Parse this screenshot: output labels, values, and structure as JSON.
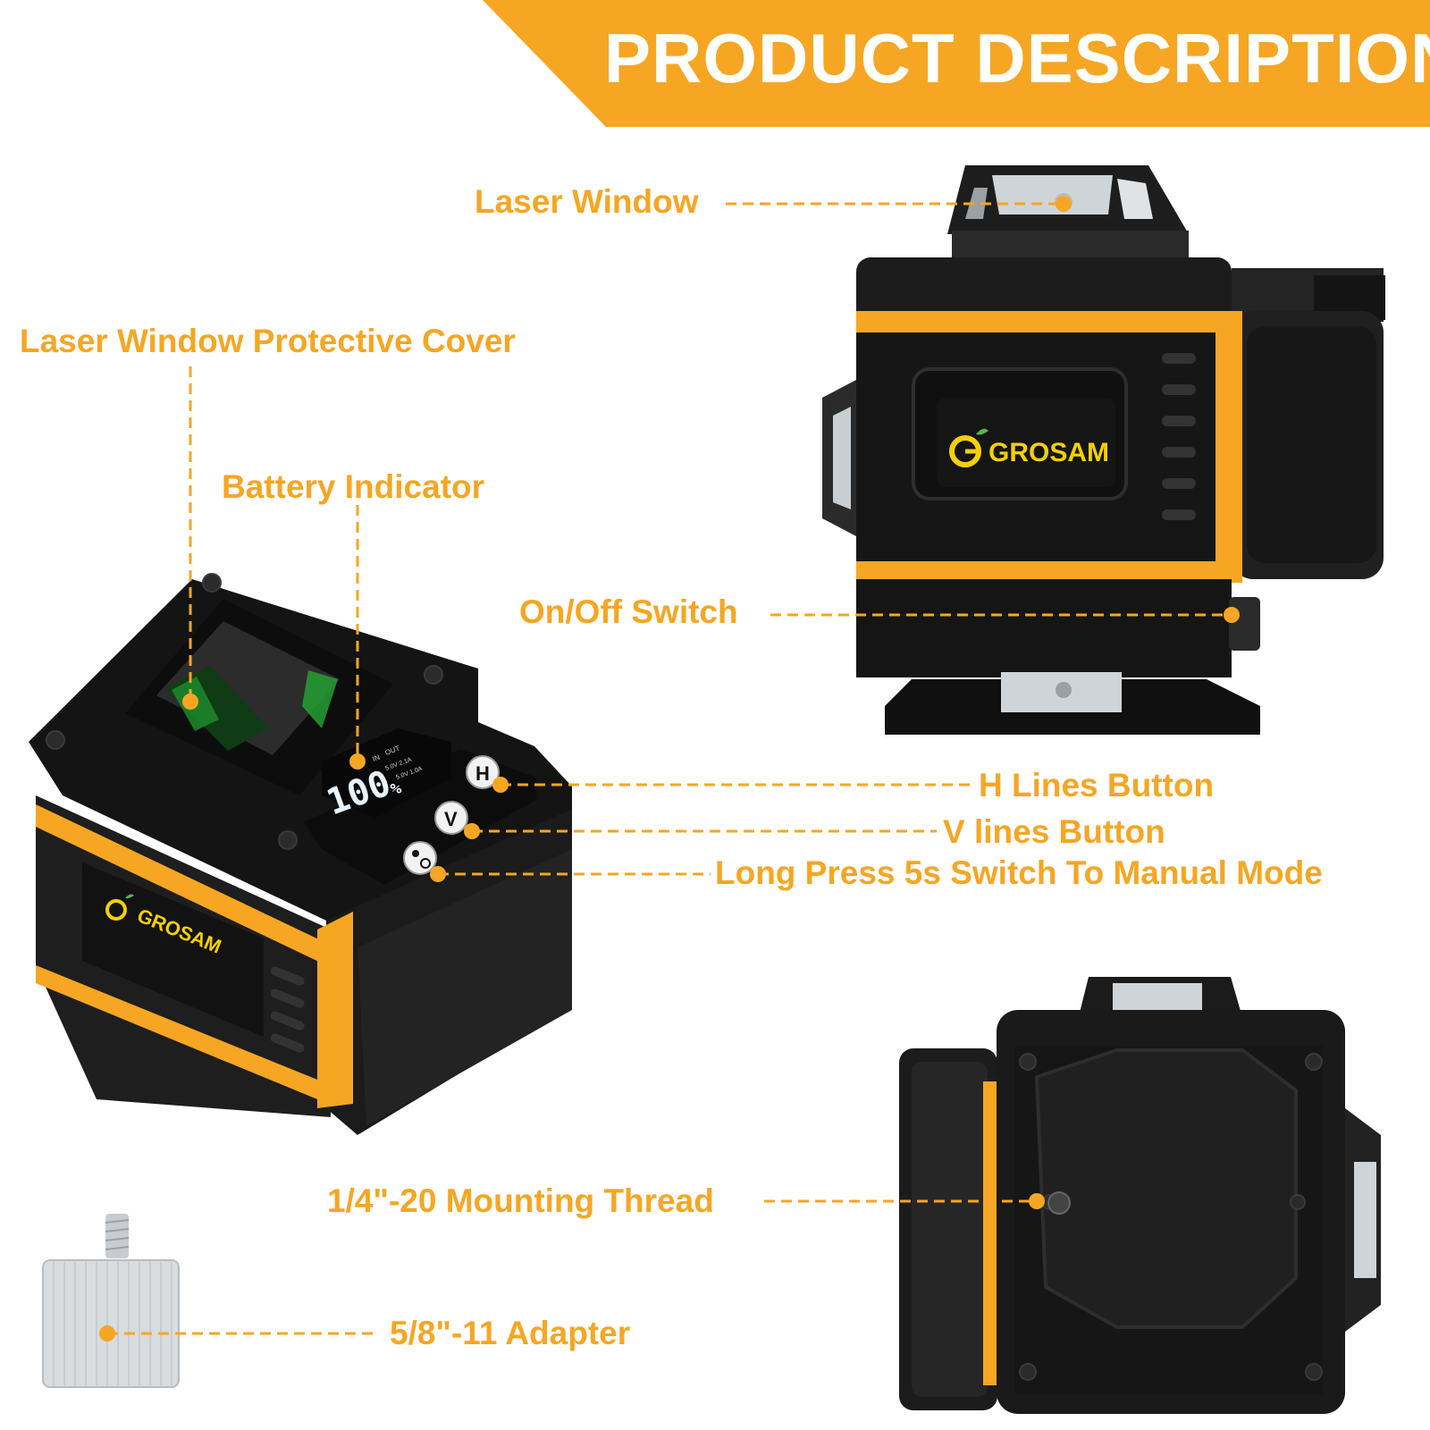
{
  "banner": {
    "title": "PRODUCT DESCRIPTION",
    "color": "#f6a623"
  },
  "accent_color": "#f6a623",
  "labels": {
    "laser_window": "Laser Window",
    "protective_cover": "Laser Window Protective Cover",
    "battery_indicator": "Battery Indicator",
    "on_off_switch": "On/Off Switch",
    "h_lines_button": "H Lines Button",
    "v_lines_button": "V lines Button",
    "manual_mode": "Long Press 5s Switch To Manual Mode",
    "mounting_thread": "1/4\"-20 Mounting Thread",
    "adapter": "5/8\"-11 Adapter"
  },
  "device": {
    "brand": "GROSAM",
    "battery_display": "100",
    "battery_unit": "%",
    "port_in": "IN",
    "port_out": "OUT",
    "port_in_spec": "5.0V 2.1A",
    "port_out_spec": "5.0V 1.0A",
    "button_h": "H",
    "button_v": "V"
  },
  "icons": {
    "banner": "banner-shape",
    "brand_logo": "grosam-logo-icon",
    "power_button": "power-sun-icon",
    "adapter": "thread-adapter-icon"
  }
}
